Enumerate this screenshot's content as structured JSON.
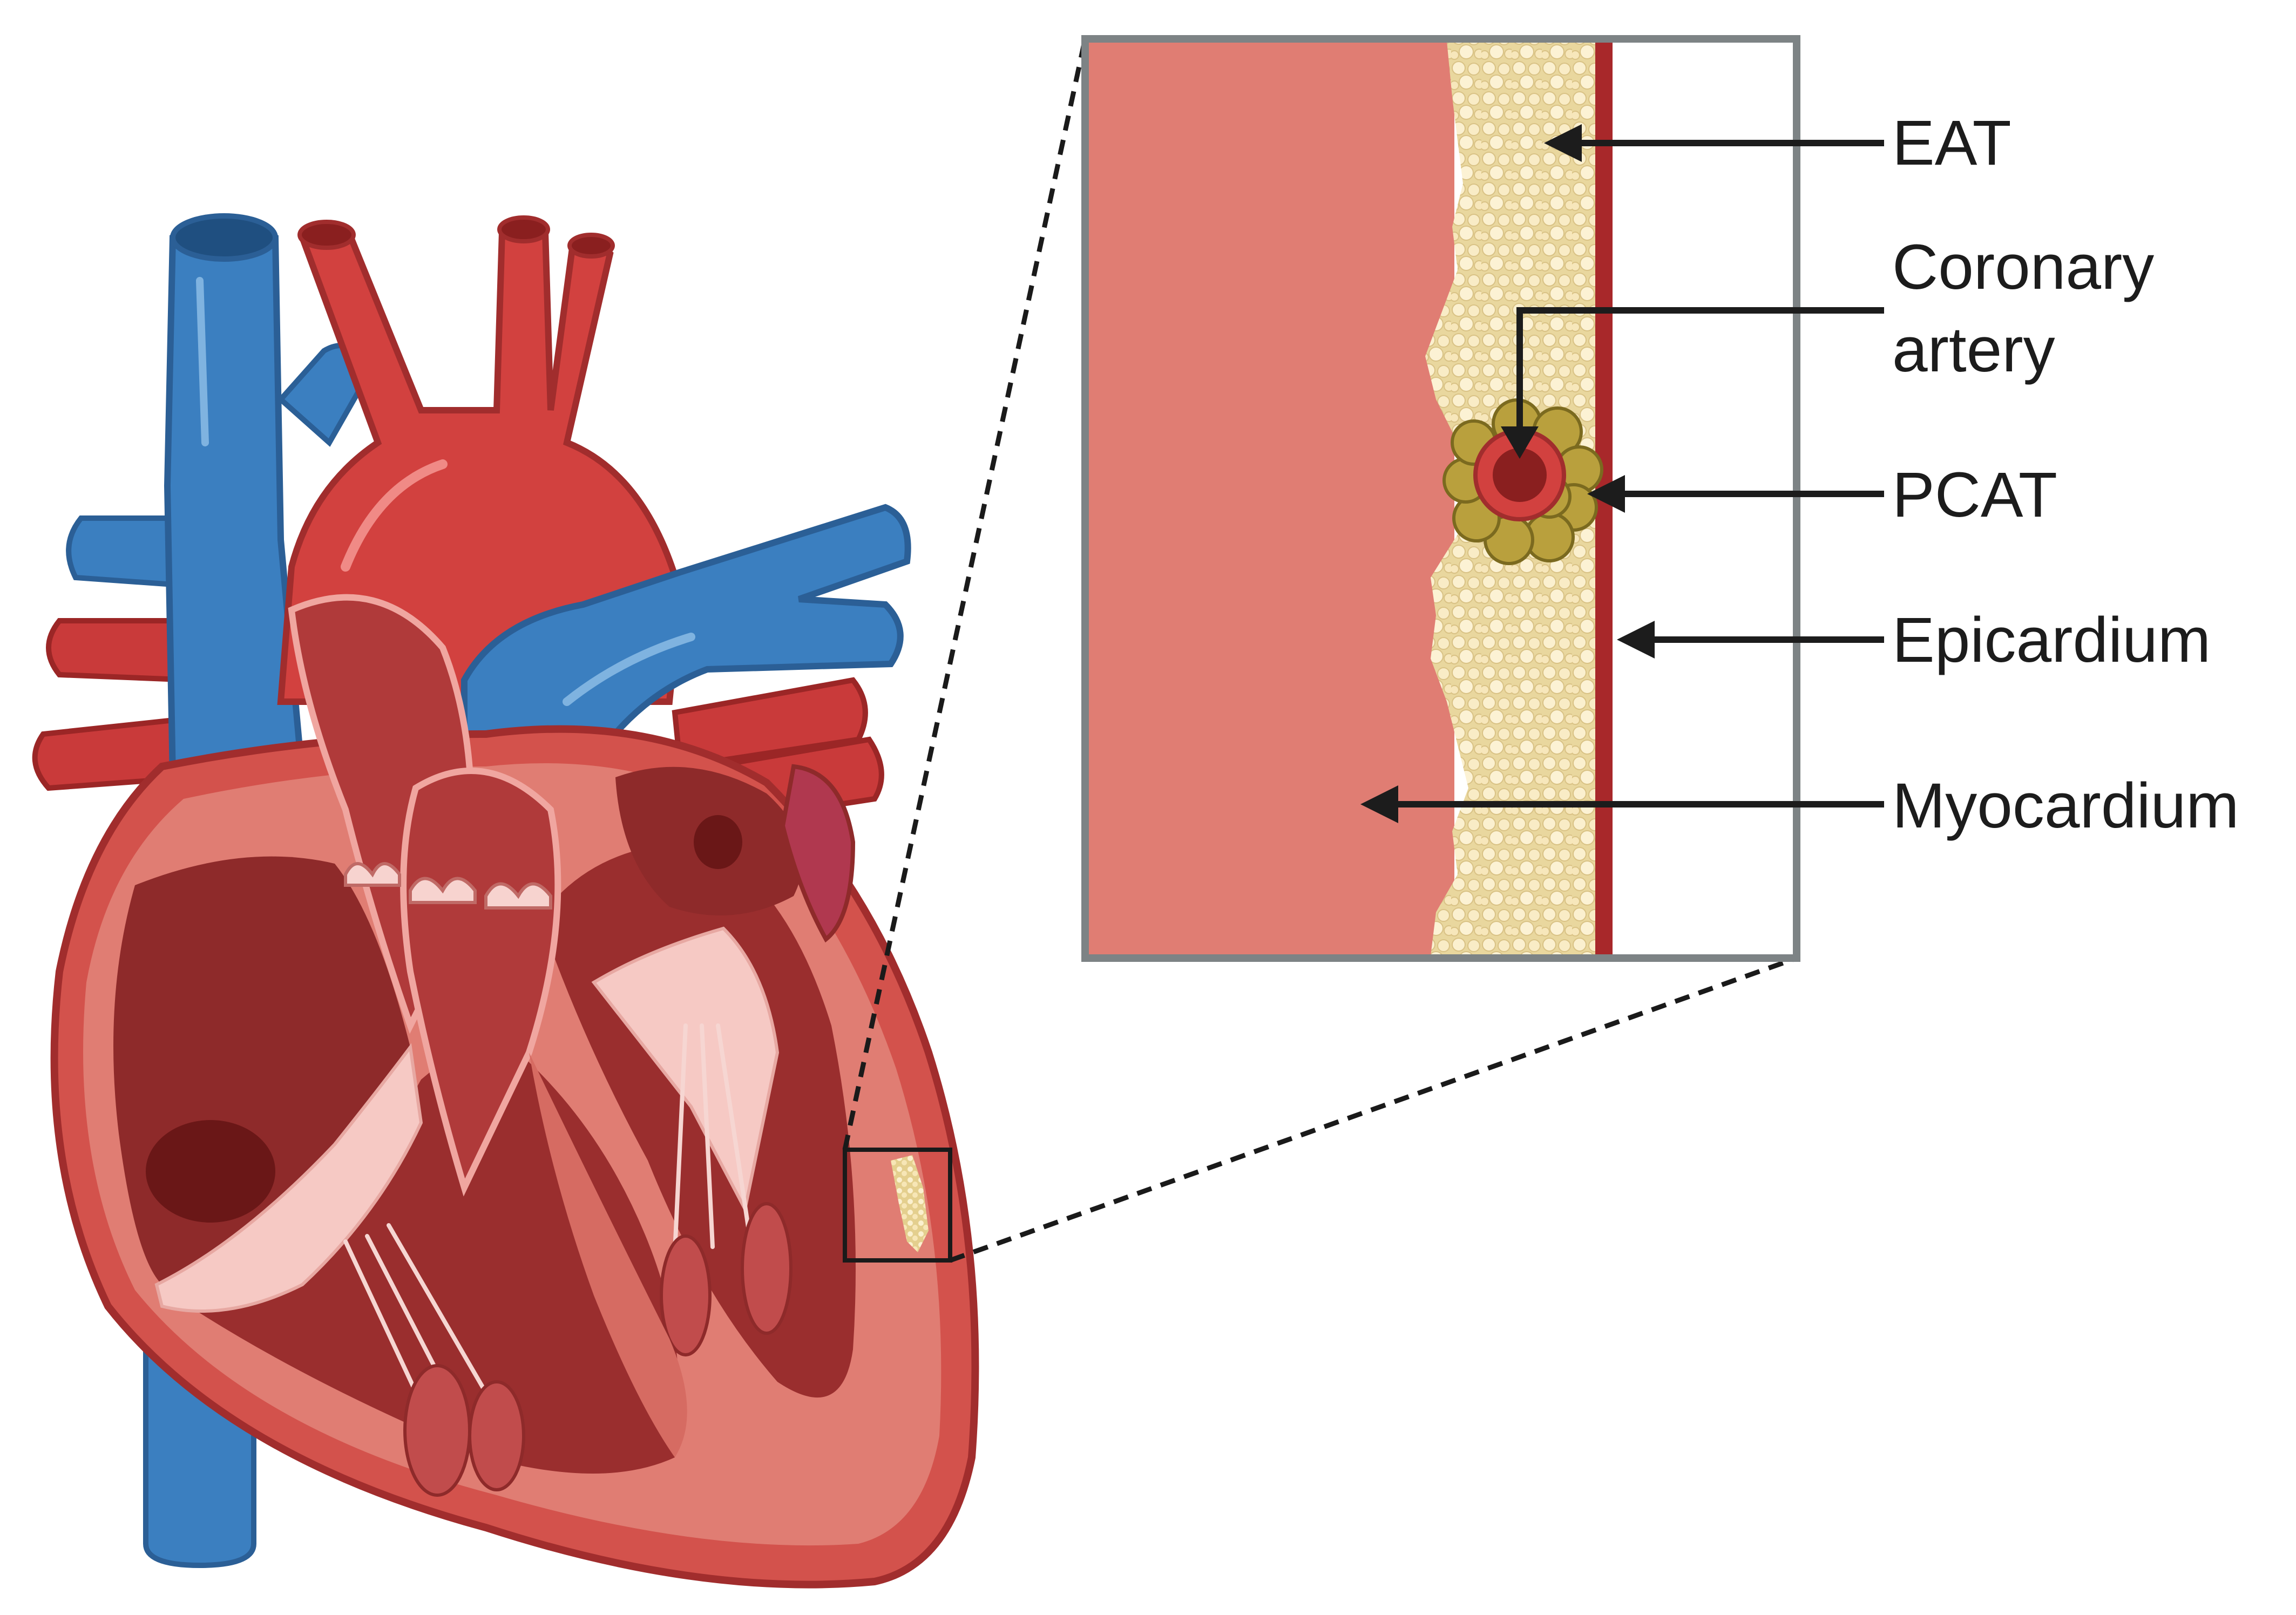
{
  "labels": {
    "eat": "EAT",
    "coronary_line1": "Coronary",
    "coronary_line2": "artery",
    "pcat": "PCAT",
    "epicardium": "Epicardium",
    "myocardium": "Myocardium"
  },
  "colors": {
    "vein_blue": "#3b7fc0",
    "artery_red": "#d2413f",
    "chamber_dark": "#8e2a2a",
    "myocardium_pink": "#e07d73",
    "fat_yellow": "#f4e5b8",
    "epicardium_red": "#a8282a",
    "frame_gray": "#7d8385"
  }
}
